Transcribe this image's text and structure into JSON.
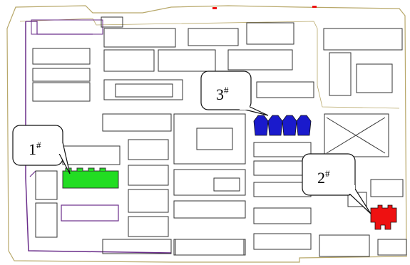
{
  "colors": {
    "background": "#ffffff",
    "line_dark": "#333333",
    "boundary": "#b8a86a",
    "purple": "#6a2d8a",
    "green": "#22dd22",
    "blue": "#1a1acc",
    "red": "#ee1111"
  },
  "labels": [
    {
      "num": "1",
      "sup": "#",
      "color_key": "green"
    },
    {
      "num": "2",
      "sup": "#",
      "color_key": "red"
    },
    {
      "num": "3",
      "sup": "#",
      "color_key": "blue"
    }
  ]
}
